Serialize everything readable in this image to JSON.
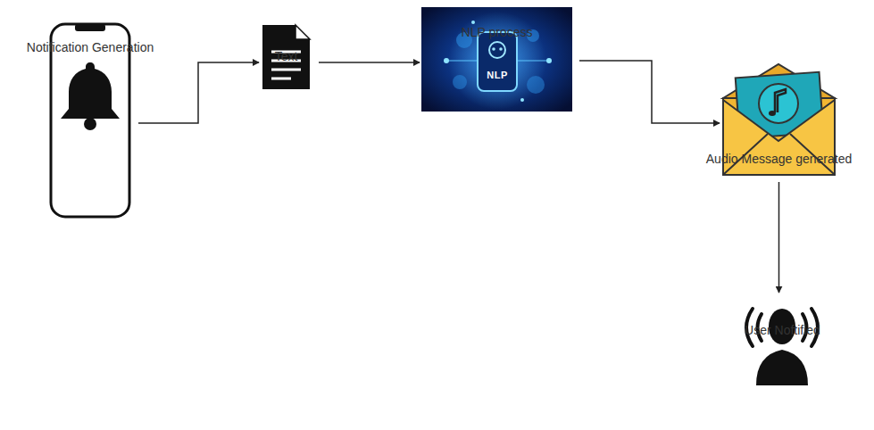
{
  "diagram": {
    "nodes": [
      {
        "text": [
          "Notification Generation"
        ]
      },
      {
        "text": [
          "Text"
        ]
      },
      {
        "text": [
          "NLP process"
        ]
      },
      {
        "text": [
          "Audio Message generated"
        ]
      },
      {
        "text": [
          "User Noftified"
        ]
      }
    ],
    "edges": [
      {
        "from": 0,
        "to": 1,
        "arrow": "to"
      },
      {
        "from": 1,
        "to": 2,
        "arrow": "to"
      },
      {
        "from": 2,
        "to": 3,
        "arrow": "to"
      },
      {
        "from": 3,
        "to": 4,
        "arrow": "to"
      }
    ],
    "labels": [
      "NLP"
    ]
  }
}
